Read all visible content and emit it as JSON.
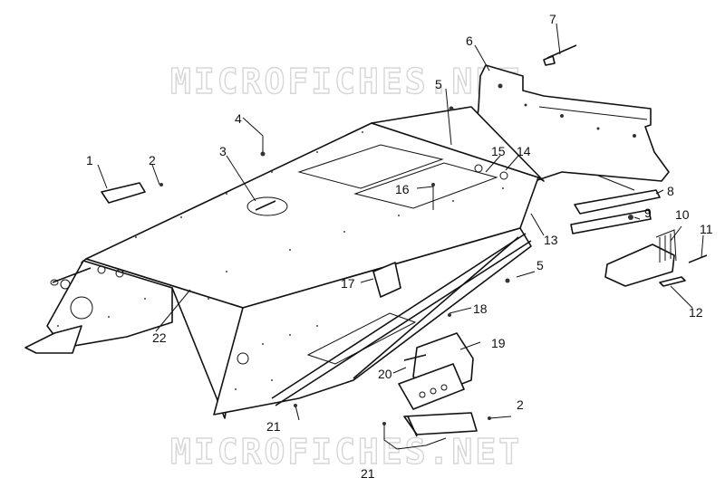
{
  "watermarks": [
    "MICROFICHES.NET",
    "MICROFICHES.NET"
  ],
  "callouts": {
    "c1": "1",
    "c2a": "2",
    "c2b": "2",
    "c3": "3",
    "c4": "4",
    "c5a": "5",
    "c5b": "5",
    "c6": "6",
    "c7": "7",
    "c8": "8",
    "c9": "9",
    "c10": "10",
    "c11": "11",
    "c12": "12",
    "c13": "13",
    "c14": "14",
    "c15": "15",
    "c16": "16",
    "c17": "17",
    "c18": "18",
    "c19": "19",
    "c20": "20",
    "c21a": "21",
    "c21b": "21",
    "c22": "22"
  }
}
